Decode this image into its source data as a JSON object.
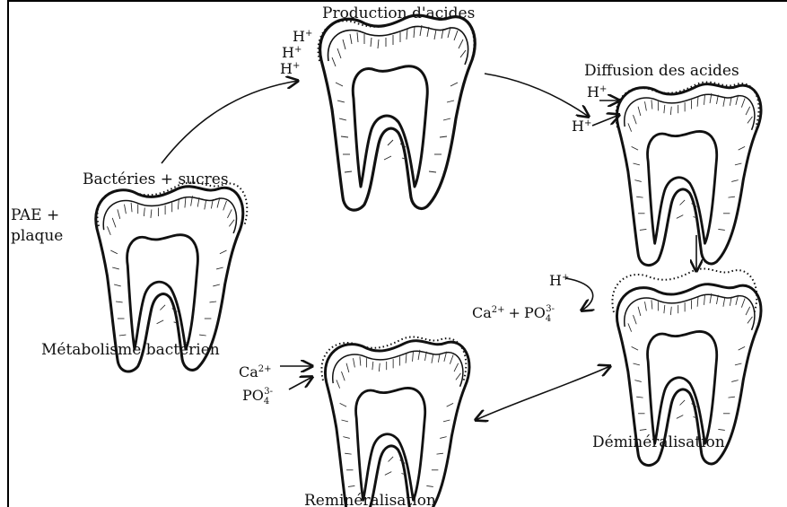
{
  "stages": {
    "production": {
      "label": "Production d'acides"
    },
    "diffusion": {
      "label": "Diffusion des acides"
    },
    "demineralisation": {
      "label": "Déminéralisation"
    },
    "remineralisation": {
      "label": "Reminéralisation"
    },
    "metabolisme": {
      "label": "Métabolisme bactérien"
    }
  },
  "inputs": {
    "bacteria_sugars": "Bactéries + sucres",
    "pae_line1": "PAE +",
    "pae_line2": "plaque"
  },
  "ions": {
    "hydrogen": "H",
    "hydrogen_charge": "+",
    "calcium": "Ca",
    "calcium_charge": "2+",
    "phosphate": "PO",
    "phosphate_sub": "4",
    "phosphate_charge": "3-",
    "plus": "+"
  }
}
